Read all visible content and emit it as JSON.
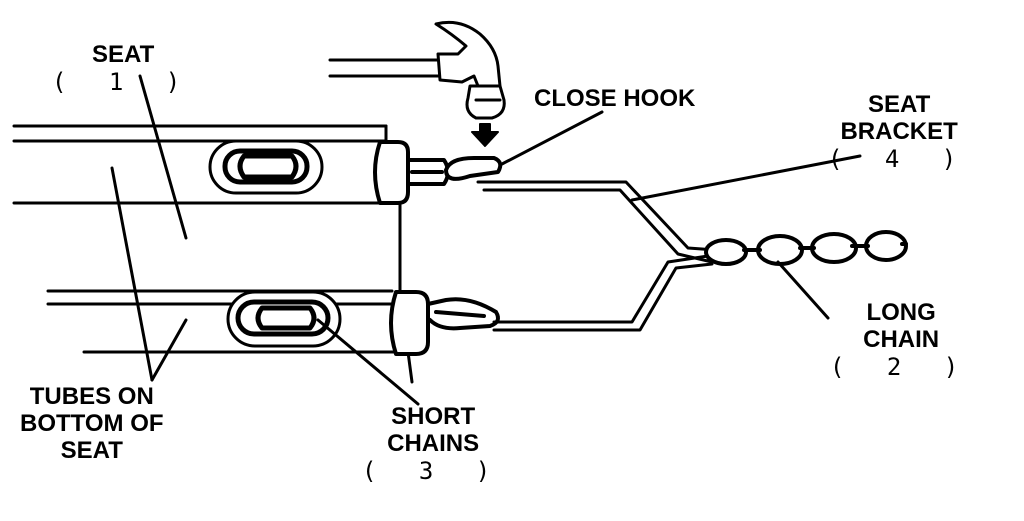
{
  "colors": {
    "ink": "#000000",
    "paper": "#ffffff"
  },
  "icons": {
    "hammer": "hammer-icon",
    "arrow": "arrow-down-icon"
  },
  "labels": {
    "seat": {
      "name": "SEAT",
      "number": "( 1 )"
    },
    "close_hook": "CLOSE HOOK",
    "seat_bracket": {
      "line1": "SEAT",
      "line2": "BRACKET",
      "number": "( 4 )"
    },
    "long_chain": {
      "line1": "LONG",
      "line2": "CHAIN",
      "number": "( 2 )"
    },
    "short_chains": {
      "line1": "SHORT",
      "line2": "CHAINS",
      "number": "( 3 )"
    },
    "tubes": {
      "line1": "TUBES ON",
      "line2": "BOTTOM OF",
      "line3": "SEAT"
    }
  }
}
